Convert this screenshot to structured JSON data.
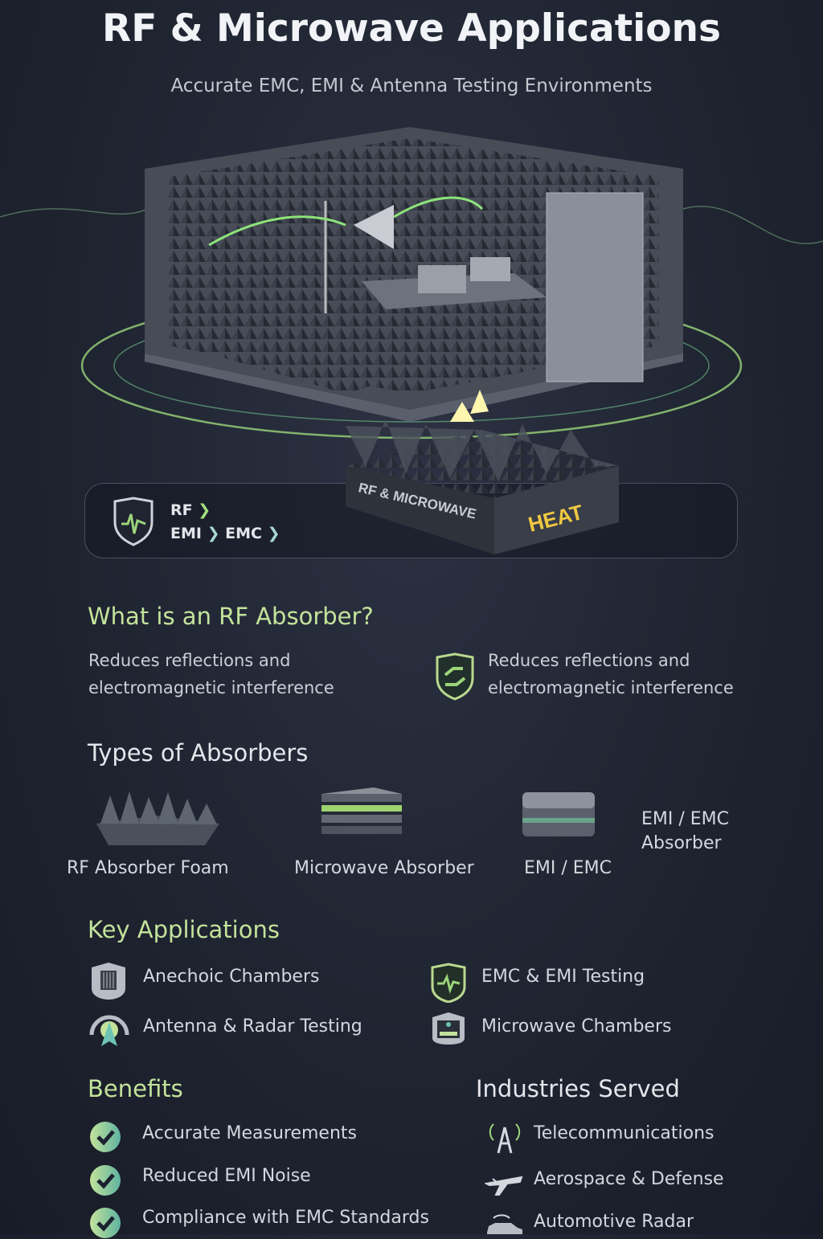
{
  "header": {
    "title": "RF & Microwave Applications",
    "subtitle": "Accurate EMC, EMI & Antenna Testing Environments"
  },
  "illustration": {
    "box_front": "RF & MICROWAVE",
    "box_side": "HEAT"
  },
  "banner": {
    "line1": "RF",
    "line2a": "EMI",
    "line2b": "EMC"
  },
  "what": {
    "heading": "What is an RF Absorber?",
    "left": [
      "Reduces reflections and",
      "electromagnetic interference"
    ],
    "right": [
      "Reduces reflections and",
      "electromagnetic interference"
    ]
  },
  "types": {
    "heading": "Types of Absorbers",
    "items": [
      "RF Absorber Foam",
      "Microwave Absorber",
      "EMI / EMC"
    ],
    "extra": [
      "EMI / EMC",
      "Absorber"
    ]
  },
  "applications": {
    "heading": "Key Applications",
    "items": [
      "Anechoic Chambers",
      "EMC & EMI Testing",
      "Antenna & Radar Testing",
      "Microwave Chambers"
    ]
  },
  "benefits": {
    "heading": "Benefits",
    "items": [
      "Accurate Measurements",
      "Reduced EMI Noise",
      "Compliance with EMC Standards"
    ]
  },
  "industries": {
    "heading": "Industries Served",
    "items": [
      "Telecommunications",
      "Aerospace & Defense",
      "Automotive Radar"
    ]
  },
  "colors": {
    "accent": "#c3e39b",
    "bg": "#1f2431"
  }
}
